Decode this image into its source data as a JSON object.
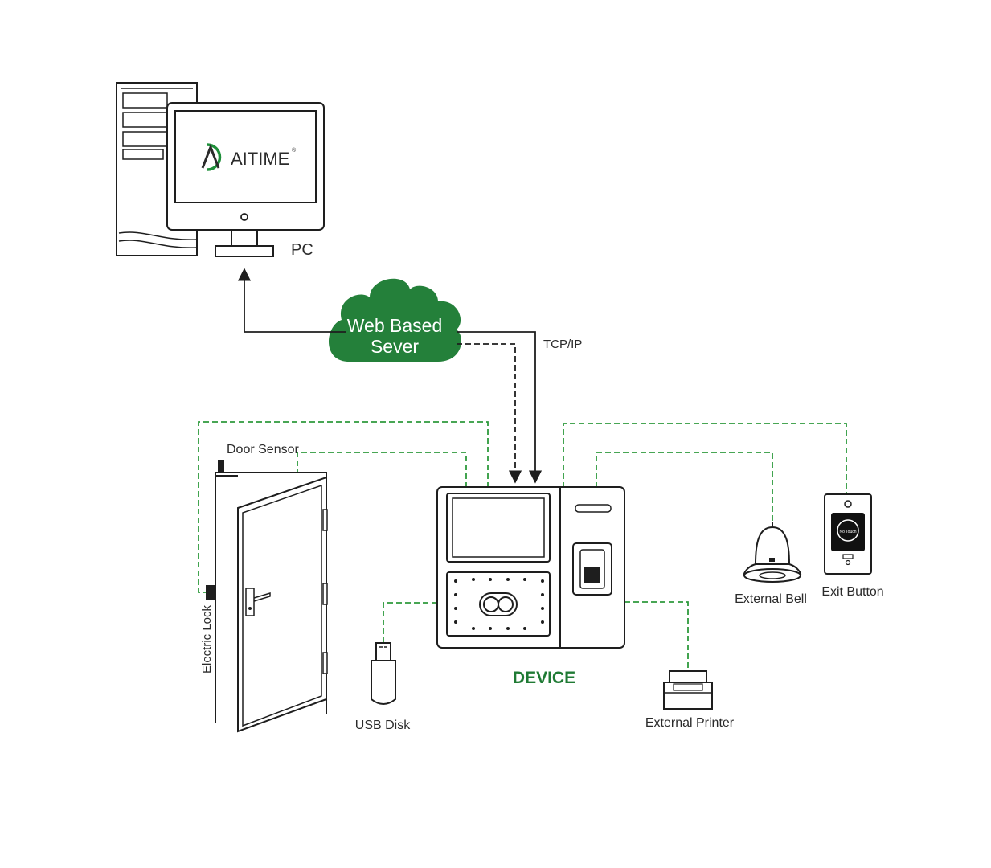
{
  "colors": {
    "green": "#2e9a3c",
    "cloud": "#24803a",
    "line": "#1e1e1e",
    "text": "#2b2b2b"
  },
  "pc": {
    "label": "PC",
    "brand": "AITIME",
    "trademark": "®"
  },
  "cloud": {
    "line1": "Web Based",
    "line2": "Sever"
  },
  "connection": {
    "protocol": "TCP/IP"
  },
  "device": {
    "label": "DEVICE"
  },
  "peripherals": {
    "door_sensor": "Door Sensor",
    "electric_lock": "Electric Lock",
    "usb_disk": "USB Disk",
    "external_bell": "External Bell",
    "exit_button": "Exit Button",
    "exit_button_face": "No Touch",
    "external_printer": "External Printer"
  },
  "icons": [
    "computer-tower-icon",
    "monitor-icon",
    "cloud-icon",
    "door-icon",
    "usb-disk-icon",
    "bell-icon",
    "exit-button-icon",
    "printer-icon",
    "device-terminal-icon"
  ]
}
